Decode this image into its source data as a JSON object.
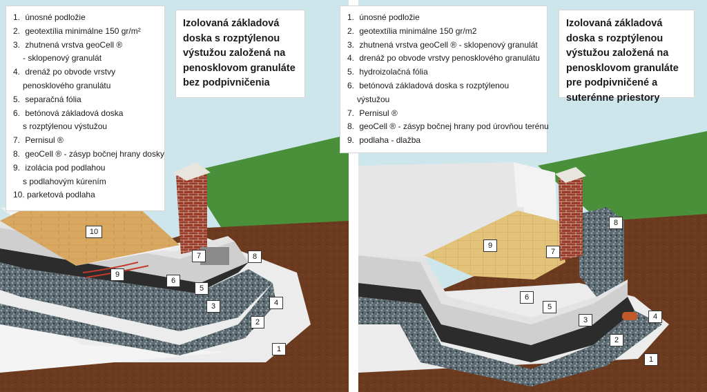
{
  "left": {
    "title": "Izolovaná základová doska s rozptýlenou výstužou založená na penosklovom granuláte bez podpivničenia",
    "legend": [
      {
        "num": "1.",
        "lines": [
          "únosné podložie"
        ]
      },
      {
        "num": "2.",
        "lines": [
          "geotextília minimálne 150 gr/m²"
        ]
      },
      {
        "num": "3.",
        "lines": [
          "zhutnená vrstva geoCell ®",
          "- sklopenový granulát"
        ]
      },
      {
        "num": "4.",
        "lines": [
          "drenáž po obvode vrstvy",
          "penosklového granulátu"
        ]
      },
      {
        "num": "5.",
        "lines": [
          "separačná fólia"
        ]
      },
      {
        "num": "6.",
        "lines": [
          "betónová základová doska",
          "s rozptýlenou výstužou"
        ]
      },
      {
        "num": "7.",
        "lines": [
          "Pernisul ®"
        ]
      },
      {
        "num": "8.",
        "lines": [
          "geoCell ® - zásyp bočnej hrany dosky"
        ]
      },
      {
        "num": "9.",
        "lines": [
          "izolácia pod podlahou",
          "s podlahovým kúrením"
        ]
      },
      {
        "num": "10.",
        "lines": [
          "parketová podlaha"
        ]
      }
    ],
    "tags": [
      "1",
      "2",
      "3",
      "4",
      "5",
      "6",
      "7",
      "8",
      "9",
      "10"
    ]
  },
  "right": {
    "title": "Izolovaná základová doska s rozptýlenou výstužou založená na penosklovom granuláte pre podpivničené a suterénne priestory",
    "legend": [
      {
        "num": "1.",
        "lines": [
          "únosné podložie"
        ]
      },
      {
        "num": "2.",
        "lines": [
          "geotextília minimálne 150 gr/m2"
        ]
      },
      {
        "num": "3.",
        "lines": [
          "zhutnená vrstva geoCell ® - sklopenový granulát"
        ]
      },
      {
        "num": "4.",
        "lines": [
          "drenáž po obvode vrstvy penosklového granulátu"
        ]
      },
      {
        "num": "5.",
        "lines": [
          "hydroizolačná fólia"
        ]
      },
      {
        "num": "6.",
        "lines": [
          "betónová základová doska s rozptýlenou",
          "výstužou"
        ]
      },
      {
        "num": "7.",
        "lines": [
          "Pernisul ®"
        ]
      },
      {
        "num": "8.",
        "lines": [
          "geoCell ® - zásyp bočnej hrany pod úrovňou terénu"
        ]
      },
      {
        "num": "9.",
        "lines": [
          "podlaha - dlažba"
        ]
      }
    ],
    "tags": [
      "1",
      "2",
      "3",
      "4",
      "5",
      "6",
      "7",
      "8",
      "9"
    ]
  },
  "colors": {
    "sky": "#cde6ec",
    "grass": "#4a8f3a",
    "soil": "#6b3a1f",
    "geotextile": "#ececec",
    "gravel": "#5c6a72",
    "foil": "#2c2c2c",
    "concrete": "#cfcfcf",
    "brick": "#9a3b2a",
    "parquet": "#d9a860",
    "tiles": "#e3c27a",
    "wall": "#e6e6e6"
  }
}
